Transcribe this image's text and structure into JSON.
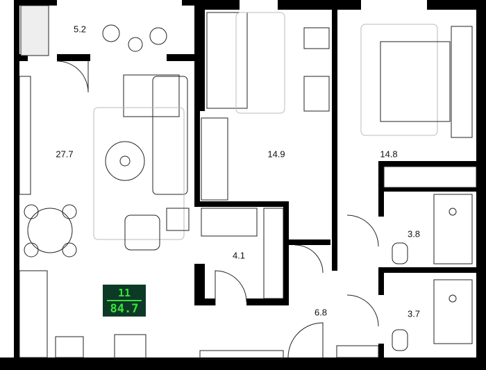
{
  "rooms": [
    {
      "id": "balcony",
      "area": "5.2"
    },
    {
      "id": "living",
      "area": "27.7"
    },
    {
      "id": "bedroom-1",
      "area": "14.9"
    },
    {
      "id": "bedroom-2",
      "area": "14.8"
    },
    {
      "id": "bathroom-1",
      "area": "3.8"
    },
    {
      "id": "bathroom-2",
      "area": "3.7"
    },
    {
      "id": "storage",
      "area": "4.1"
    },
    {
      "id": "hall",
      "area": "6.8"
    }
  ],
  "badge": {
    "number": "11",
    "total_area": "84.7",
    "bg": "#0d3a26",
    "fg": "#39e43a"
  }
}
